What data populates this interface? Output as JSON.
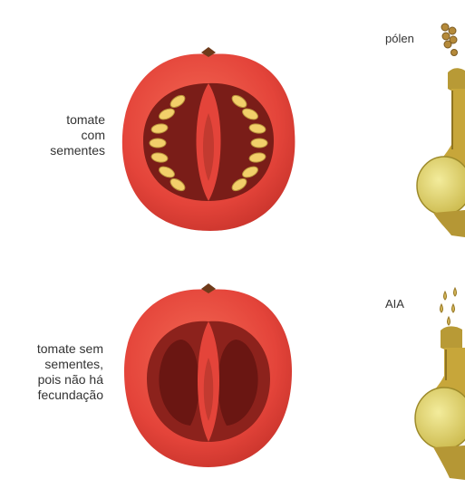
{
  "labels": {
    "tomato_with_seeds": [
      "tomate",
      "com",
      "sementes"
    ],
    "tomato_without_seeds": [
      "tomate sem",
      "sementes,",
      "pois não há",
      "fecundação"
    ],
    "pollen": "pólen",
    "aia": "AIA"
  },
  "colors": {
    "tomato_skin": "#e8443a",
    "tomato_inner": "#b32a22",
    "seed": "#f2cf6a",
    "pistil": "#c7a63a",
    "ovary": "#e6dc7a"
  }
}
